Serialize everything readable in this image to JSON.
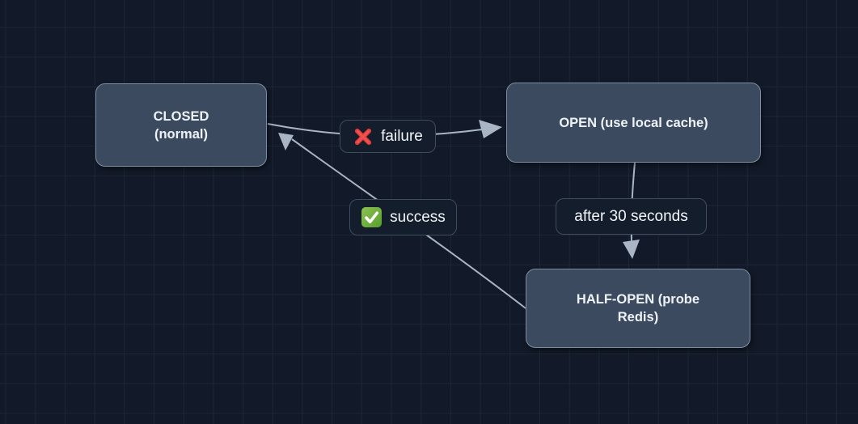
{
  "canvas": {
    "background_color": "#121a29",
    "grid_color": "#1d2636"
  },
  "diagram": {
    "type": "state-diagram",
    "nodes": [
      {
        "id": "closed",
        "label": "CLOSED\n(normal)"
      },
      {
        "id": "open",
        "label": "OPEN (use local cache)"
      },
      {
        "id": "half-open",
        "label": "HALF-OPEN (probe\nRedis)"
      }
    ],
    "edges": [
      {
        "from": "CLOSED",
        "to": "OPEN",
        "label": "failure",
        "icon": "cross-mark-icon"
      },
      {
        "from": "OPEN",
        "to": "HALF-OPEN",
        "label": "after 30 seconds",
        "icon": null
      },
      {
        "from": "HALF-OPEN",
        "to": "CLOSED",
        "label": "success",
        "icon": "check-mark-icon"
      }
    ],
    "colors": {
      "node_fill": "#3b4a5e",
      "node_border": "#7e8ea2",
      "node_text": "#eef2f7",
      "edge_line": "#a9b5c4",
      "label_fill": "#141d2c",
      "label_border": "#3e4b61",
      "label_text": "#f3f6fa",
      "failure_red": "#e03a3a",
      "success_green": "#6ab031"
    }
  }
}
